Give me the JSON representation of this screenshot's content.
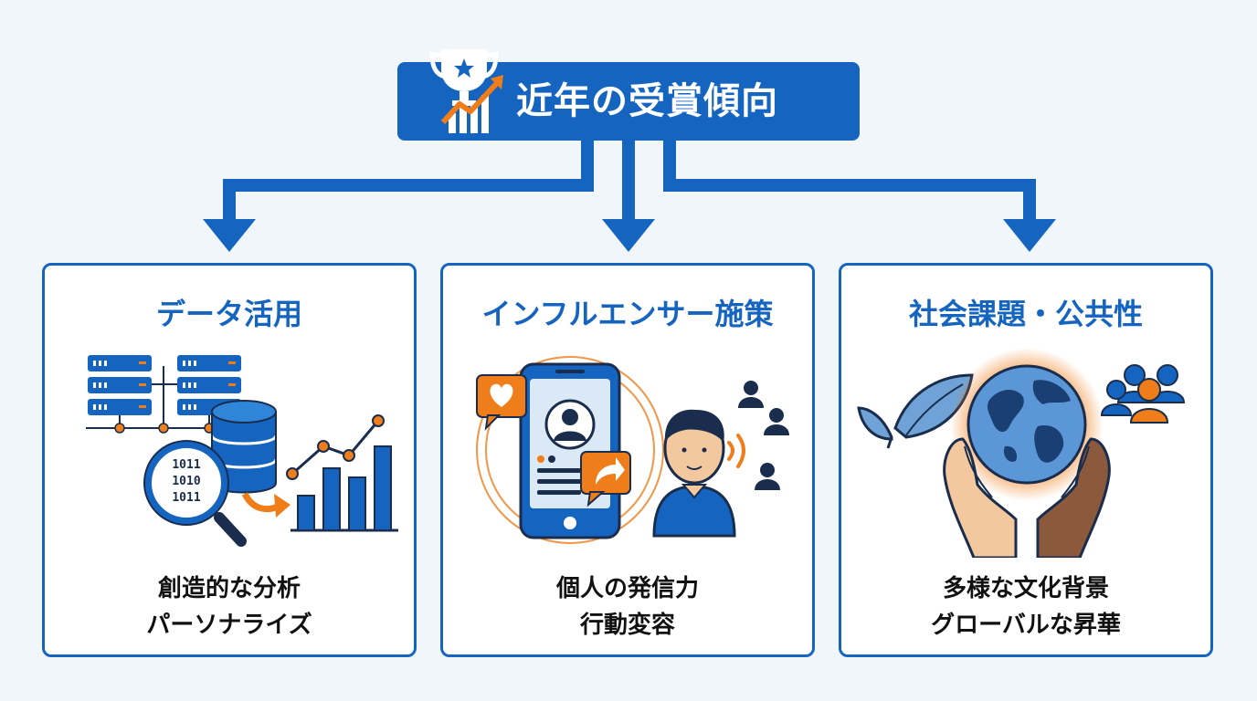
{
  "header": {
    "title": "近年の受賞傾向"
  },
  "cards": [
    {
      "title": "データ活用",
      "lines": [
        "創造的な分析",
        "パーソナライズ"
      ],
      "binary": [
        "1011",
        "1010",
        "1011"
      ]
    },
    {
      "title": "インフルエンサー施策",
      "lines": [
        "個人の発信力",
        "行動変容"
      ]
    },
    {
      "title": "社会課題・公共性",
      "lines": [
        "多様な文化背景",
        "グローバルな昇華"
      ]
    }
  ],
  "colors": {
    "brand_blue": "#1565c0",
    "accent_orange": "#ef7d1a",
    "navy": "#1a2d4d",
    "background": "#f1f6fb"
  }
}
